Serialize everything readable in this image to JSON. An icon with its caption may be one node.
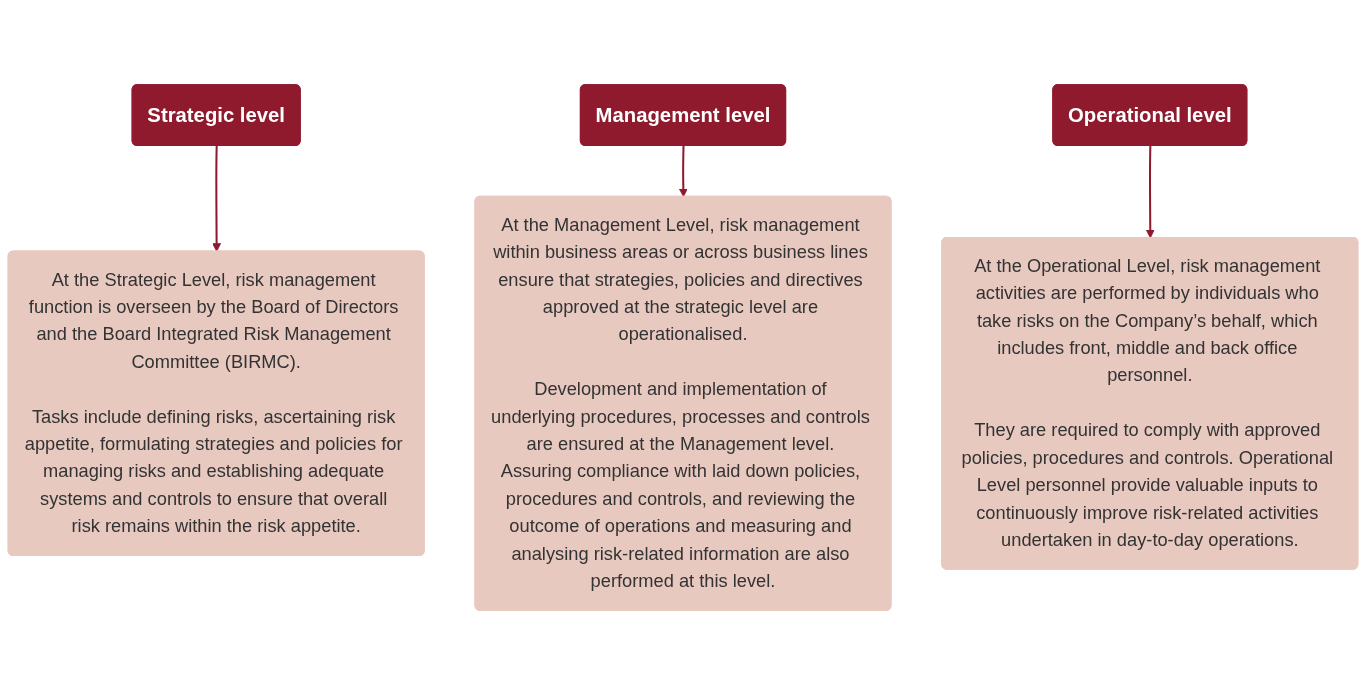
{
  "diagram": {
    "nodes": [
      {
        "text": [
          "Strategic level"
        ]
      },
      {
        "text": [
          "At the Strategic Level, risk management function is overseen by the Board of Directors and the Board Integrated Risk Management Committee (BIRMC).",
          "Tasks include defining risks, ascertaining risk appetite, formulating strategies and policies for managing risks and establishing adequate systems and controls to ensure that overall risk remains within the risk appetite."
        ]
      },
      {
        "text": [
          "Management level"
        ]
      },
      {
        "text": [
          "At the Management Level, risk management within business areas or across business lines ensure that strategies, policies and directives approved at the strategic level are operationalised.",
          "Development and implementation of underlying procedures, processes and controls are ensured at the Management level. Assuring compliance with laid down policies, procedures and controls, and reviewing the outcome of operations and measuring and analysing risk-related information are also performed at this level."
        ]
      },
      {
        "text": [
          "Operational level"
        ]
      },
      {
        "text": [
          "At the Operational Level, risk management activities are performed by individuals who take risks on the Company’s behalf, which includes front, middle and back office personnel.",
          "They are required to comply with approved policies, procedures and controls. Operational Level personnel provide valuable inputs to continuously improve risk-related activities undertaken in day-to-day operations."
        ]
      }
    ],
    "edges": [
      {
        "from": 0,
        "to": 1,
        "arrow": "to"
      },
      {
        "from": 2,
        "to": 3,
        "arrow": "to"
      },
      {
        "from": 4,
        "to": 5,
        "arrow": "to"
      }
    ]
  }
}
